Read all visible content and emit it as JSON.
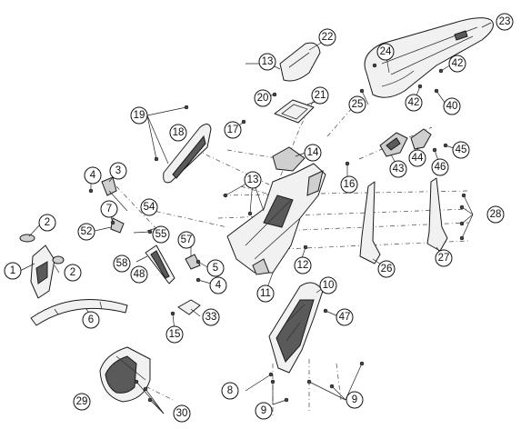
{
  "callouts": [
    {
      "id": "c1",
      "label": "1"
    },
    {
      "id": "c2a",
      "label": "2"
    },
    {
      "id": "c2b",
      "label": "2"
    },
    {
      "id": "c3",
      "label": "3"
    },
    {
      "id": "c4a",
      "label": "4"
    },
    {
      "id": "c4b",
      "label": "4"
    },
    {
      "id": "c5",
      "label": "5"
    },
    {
      "id": "c6",
      "label": "6"
    },
    {
      "id": "c7",
      "label": "7"
    },
    {
      "id": "c8",
      "label": "8"
    },
    {
      "id": "c9a",
      "label": "9"
    },
    {
      "id": "c9b",
      "label": "9"
    },
    {
      "id": "c10",
      "label": "10"
    },
    {
      "id": "c11",
      "label": "11"
    },
    {
      "id": "c12",
      "label": "12"
    },
    {
      "id": "c13a",
      "label": "13"
    },
    {
      "id": "c13b",
      "label": "13"
    },
    {
      "id": "c14",
      "label": "14"
    },
    {
      "id": "c15",
      "label": "15"
    },
    {
      "id": "c16",
      "label": "16"
    },
    {
      "id": "c17",
      "label": "17"
    },
    {
      "id": "c18",
      "label": "18"
    },
    {
      "id": "c19",
      "label": "19"
    },
    {
      "id": "c20",
      "label": "20"
    },
    {
      "id": "c21",
      "label": "21"
    },
    {
      "id": "c22",
      "label": "22"
    },
    {
      "id": "c23",
      "label": "23"
    },
    {
      "id": "c24",
      "label": "24"
    },
    {
      "id": "c25",
      "label": "25"
    },
    {
      "id": "c26",
      "label": "26"
    },
    {
      "id": "c27",
      "label": "27"
    },
    {
      "id": "c28",
      "label": "28"
    },
    {
      "id": "c29",
      "label": "29"
    },
    {
      "id": "c30",
      "label": "30"
    },
    {
      "id": "c33",
      "label": "33"
    },
    {
      "id": "c40",
      "label": "40"
    },
    {
      "id": "c42a",
      "label": "42"
    },
    {
      "id": "c42b",
      "label": "42"
    },
    {
      "id": "c43",
      "label": "43"
    },
    {
      "id": "c44",
      "label": "44"
    },
    {
      "id": "c45",
      "label": "45"
    },
    {
      "id": "c46",
      "label": "46"
    },
    {
      "id": "c47",
      "label": "47"
    },
    {
      "id": "c48",
      "label": "48"
    },
    {
      "id": "c52",
      "label": "52"
    },
    {
      "id": "c54",
      "label": "54"
    },
    {
      "id": "c55",
      "label": "55"
    },
    {
      "id": "c57",
      "label": "57"
    },
    {
      "id": "c58",
      "label": "58"
    }
  ]
}
